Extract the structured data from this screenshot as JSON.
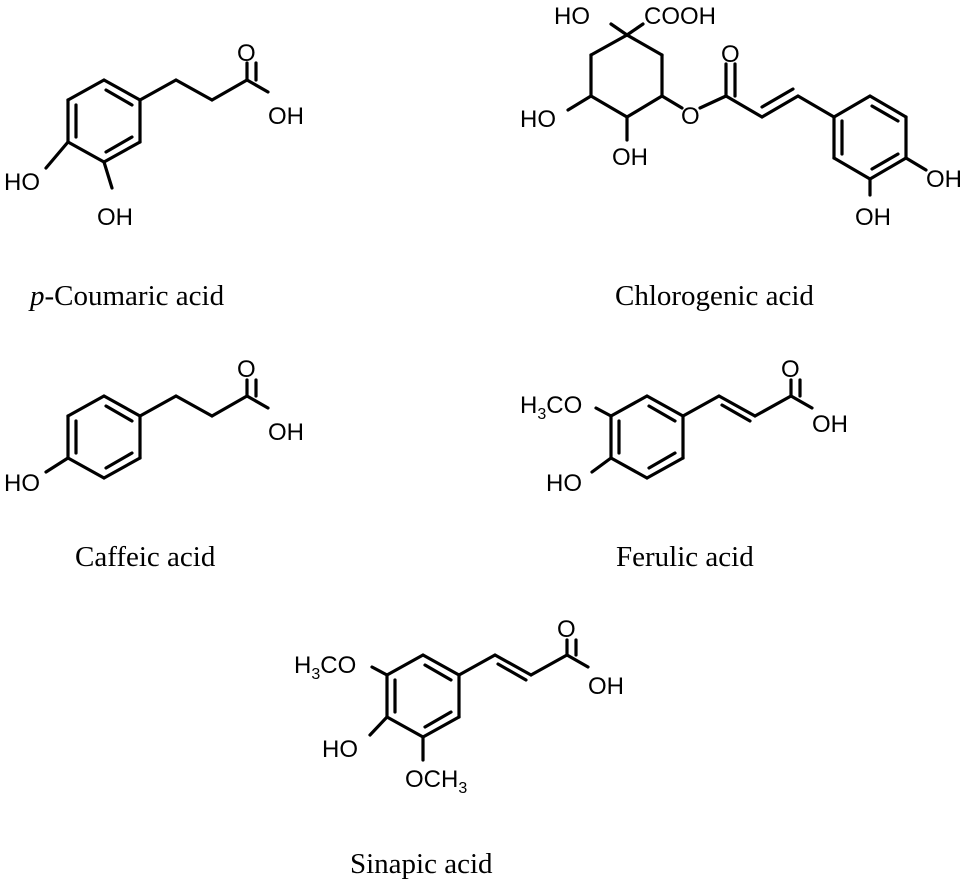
{
  "colors": {
    "ink": "#000000",
    "background": "#ffffff"
  },
  "atoms": {
    "oh": "OH",
    "ho": "HO",
    "o": "O",
    "cooh": "COOH",
    "h3co_h": "H",
    "h3co_sub": "3",
    "h3co_rest": "CO",
    "och3_main": "OCH",
    "och3_sub": "3"
  },
  "compounds": [
    {
      "name": "p-Coumaric acid",
      "name_italic_prefix": "p",
      "name_rest": "-Coumaric acid"
    },
    {
      "name": "Chlorogenic acid"
    },
    {
      "name": "Caffeic acid"
    },
    {
      "name": "Ferulic acid"
    },
    {
      "name": "Sinapic acid"
    }
  ]
}
